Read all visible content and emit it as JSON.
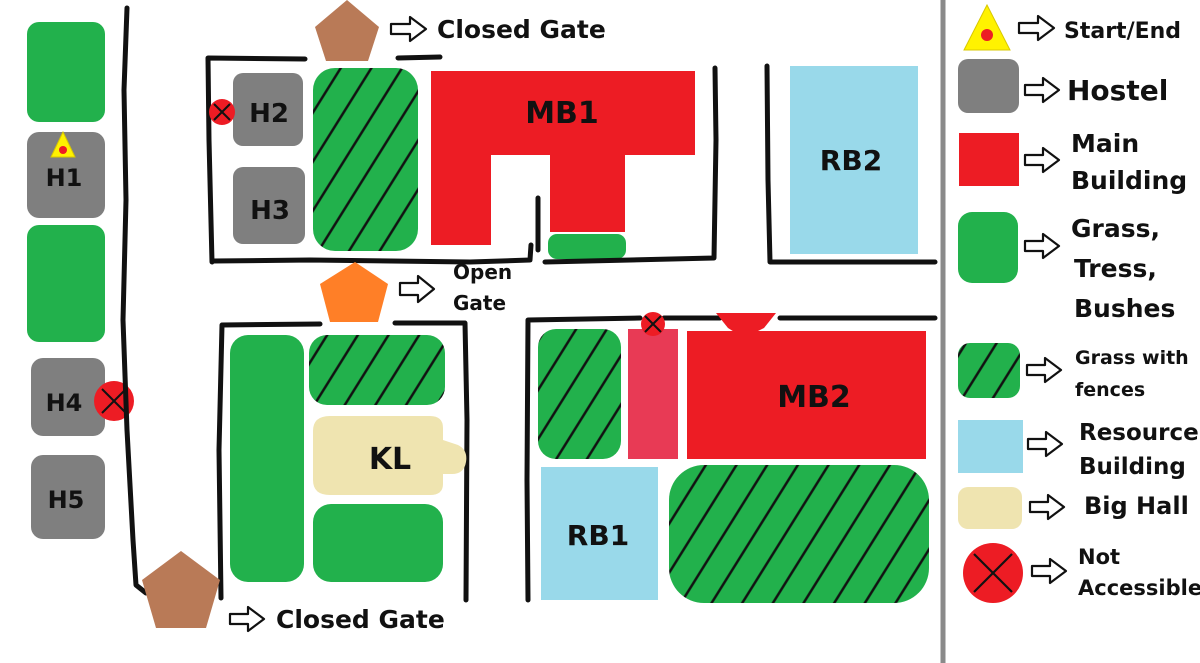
{
  "colors": {
    "hostel": "#7f7f7f",
    "main_building": "#ed1c24",
    "grass": "#22b14c",
    "resource_building": "#99d9ea",
    "big_hall": "#efe4b0",
    "not_accessible": "#ed1c24",
    "closed_gate": "#b97a57",
    "open_gate": "#ff7f27",
    "start_marker": "#fff200",
    "annex": "#e83a55"
  },
  "buildings": {
    "h1": "H1",
    "h2": "H2",
    "h3": "H3",
    "h4": "H4",
    "h5": "H5",
    "mb1": "MB1",
    "mb2": "MB2",
    "rb1": "RB1",
    "rb2": "RB2",
    "kl": "KL"
  },
  "gates": {
    "closed_top": "Closed Gate",
    "closed_bottom": "Closed Gate",
    "open_line1": "Open",
    "open_line2": "Gate"
  },
  "legend": {
    "start_end": "Start/End",
    "hostel": "Hostel",
    "main_building_1": "Main",
    "main_building_2": "Building",
    "grass_1": "Grass,",
    "grass_2": "Tress,",
    "grass_3": "Bushes",
    "fenced_1": "Grass with",
    "fenced_2": "fences",
    "resource_1": "Resource",
    "resource_2": "Building",
    "big_hall": "Big Hall",
    "not_accessible_1": "Not",
    "not_accessible_2": "Accessible"
  }
}
